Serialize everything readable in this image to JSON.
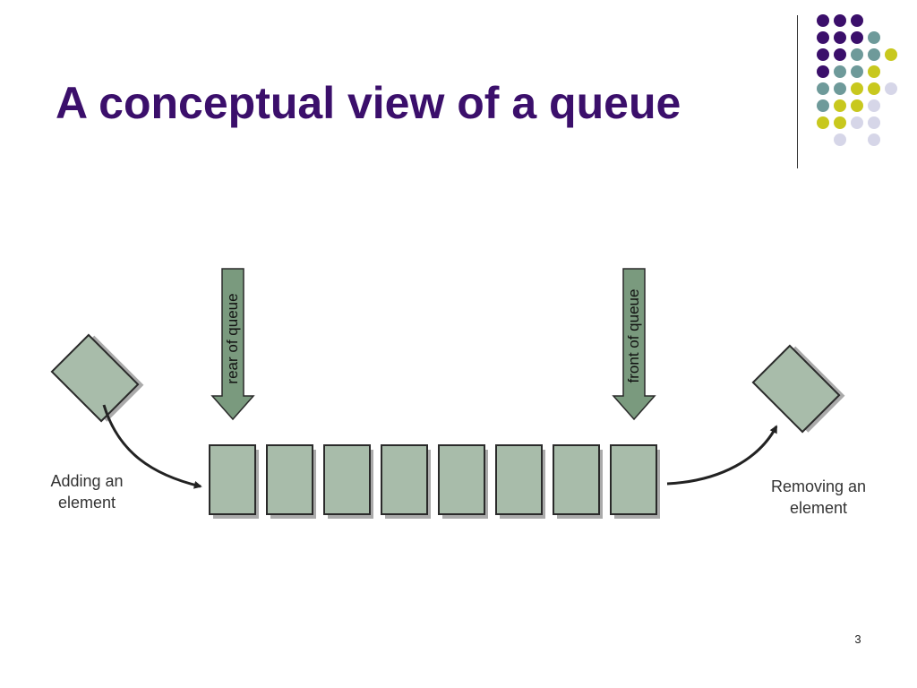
{
  "slide": {
    "title": "A conceptual view of a queue",
    "page_number": "3"
  },
  "diagram": {
    "rear_label": "rear of queue",
    "front_label": "front of queue",
    "add_caption": [
      "Adding an",
      "element"
    ],
    "remove_caption": [
      "Removing an",
      "element"
    ],
    "queue_cell_count": 8
  },
  "colors": {
    "title": "#3b0f6b",
    "box_fill": "#a8bcaa",
    "box_stroke": "#2a2a2a",
    "box_shadow": "#aaaaaa",
    "arrow_fill": "#7a9a7e",
    "connector": "#222222",
    "dot_purple": "#3b0f6b",
    "dot_teal": "#6e9a9a",
    "dot_yellow": "#c8c81e",
    "dot_lavender": "#d6d6e8"
  },
  "decor": {
    "dot_grid": [
      "PPP..",
      "PPPT.",
      "PPTTY",
      "PTTY.",
      "TTYYL",
      "TYYL.",
      "YYLL.",
      ".L.L."
    ]
  }
}
